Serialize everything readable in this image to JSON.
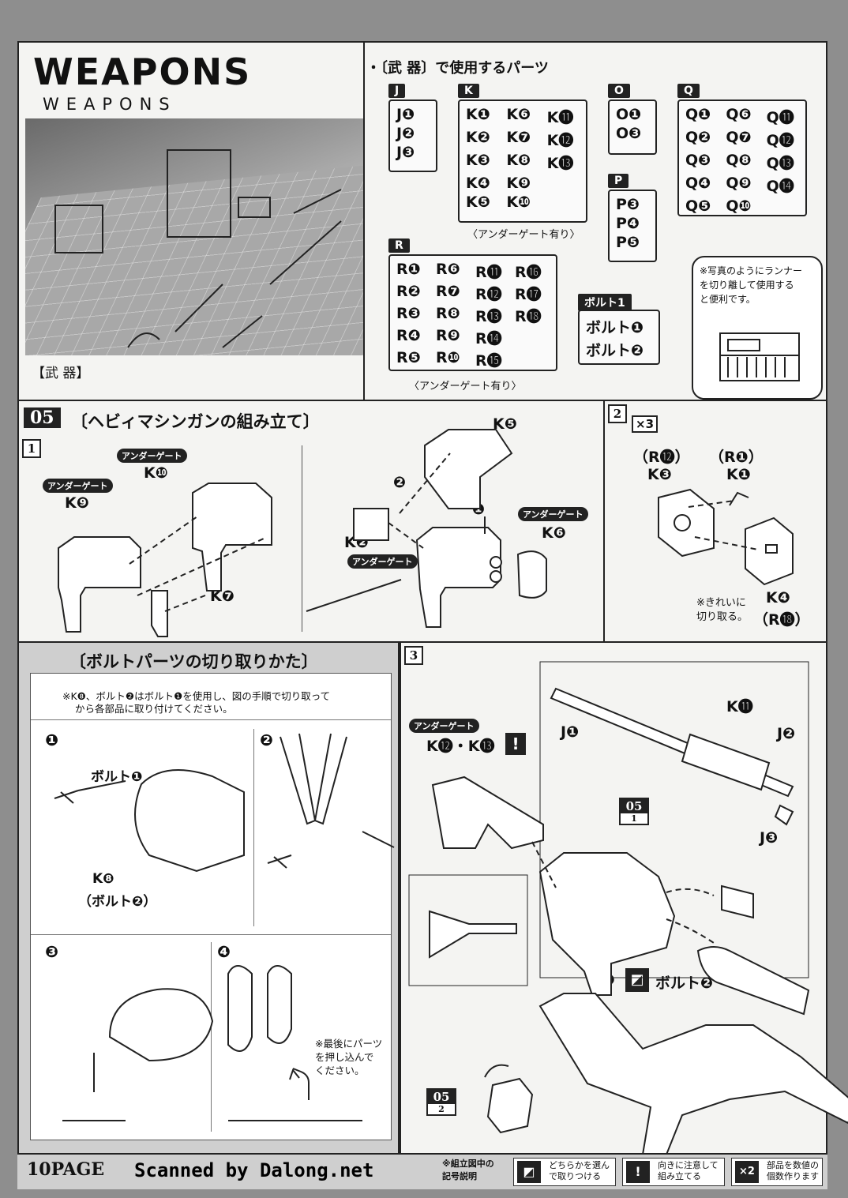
{
  "header": {
    "logo_text": "WEAPONS",
    "logo_subtext": "WEAPONS",
    "photo_caption": "【武 器】"
  },
  "parts": {
    "title": "・〔武 器〕で使用するパーツ",
    "J": {
      "tag": "J",
      "items": [
        "J❶",
        "J❷",
        "J❸"
      ]
    },
    "K": {
      "tag": "K",
      "items": [
        "K❶",
        "K❻",
        "K⓫",
        "K❷",
        "K❼",
        "K⓬",
        "K❸",
        "K❽",
        "K⓭",
        "K❹",
        "K❾",
        "",
        "K❺",
        "K❿",
        ""
      ],
      "note": "〈アンダーゲート有り〉"
    },
    "O": {
      "tag": "O",
      "items": [
        "O❶",
        "O❸"
      ]
    },
    "P": {
      "tag": "P",
      "items": [
        "P❸",
        "P❹",
        "P❺"
      ]
    },
    "Q": {
      "tag": "Q",
      "items": [
        "Q❶",
        "Q❻",
        "Q⓫",
        "Q❷",
        "Q❼",
        "Q⓬",
        "Q❸",
        "Q❽",
        "Q⓭",
        "Q❹",
        "Q❾",
        "Q⓮",
        "Q❺",
        "Q❿",
        ""
      ]
    },
    "R": {
      "tag": "R",
      "items": [
        "R❶",
        "R❻",
        "R⓫",
        "R⓰",
        "R❷",
        "R❼",
        "R⓬",
        "R⓱",
        "R❸",
        "R❽",
        "R⓭",
        "R⓲",
        "R❹",
        "R❾",
        "R⓮",
        "",
        "R❺",
        "R❿",
        "R⓯",
        ""
      ],
      "note": "〈アンダーゲート有り〉"
    },
    "bolt": {
      "tag": "ボルト1",
      "items": [
        "ボルト❶",
        "ボルト❷"
      ]
    },
    "runner_note": [
      "※写真のようにランナー",
      "を切り離して使用する",
      "と便利です。"
    ]
  },
  "section05": {
    "num": "05",
    "title": "〔ヘビィマシンガンの組み立て〕",
    "step1": {
      "num": "1",
      "labels": {
        "k10": "K❿",
        "k9": "K❾",
        "k7": "K❼",
        "k5": "K❺",
        "k2": "K❷",
        "k6": "K❻"
      },
      "undergate": "アンダーゲート",
      "arrow1": "❶",
      "arrow2": "❷"
    },
    "step2": {
      "num": "2",
      "count": "×3",
      "r12": "（R⓬）",
      "k3": "K❸",
      "r1": "（R❶）",
      "k1": "K❶",
      "k4": "K❹",
      "r18": "（R⓲）",
      "note1": "※きれいに",
      "note2": "切り取る。"
    }
  },
  "bolt_section": {
    "title": "〔ボルトパーツの切り取りかた〕",
    "note_line1": "※K❽、ボルト❷はボルト❶を使用し、図の手順で切り取って",
    "note_line2": "から各部品に取り付けてください。",
    "steps": [
      "❶",
      "❷",
      "❸",
      "❹"
    ],
    "bolt1": "ボルト❶",
    "k8": "K❽",
    "bolt2": "（ボルト❷）",
    "final_note": [
      "※最後にパーツ",
      "を押し込んで",
      "ください。"
    ]
  },
  "step3": {
    "num": "3",
    "undergate": "アンダーゲート",
    "k12k13": "K⓬・K⓭",
    "excl": "!",
    "ref_num": "05",
    "ref_step1": "1",
    "ref_step2": "2",
    "j1": "J❶",
    "k11": "K⓫",
    "j2": "J❷",
    "j3": "J❸",
    "k8": "K❽",
    "bolt2": "ボルト❷"
  },
  "footer": {
    "page": "10PAGE",
    "watermark": "Scanned by Dalong.net",
    "legend_title": [
      "※組立図中の",
      "記号説明"
    ],
    "legend": [
      {
        "icon": "◩",
        "text": [
          "どちらかを選ん",
          "で取りつける"
        ]
      },
      {
        "icon": "!",
        "text": [
          "向きに注意して",
          "組み立てる"
        ]
      },
      {
        "icon": "×2",
        "text": [
          "部品を数値の",
          "個数作ります"
        ]
      }
    ]
  }
}
